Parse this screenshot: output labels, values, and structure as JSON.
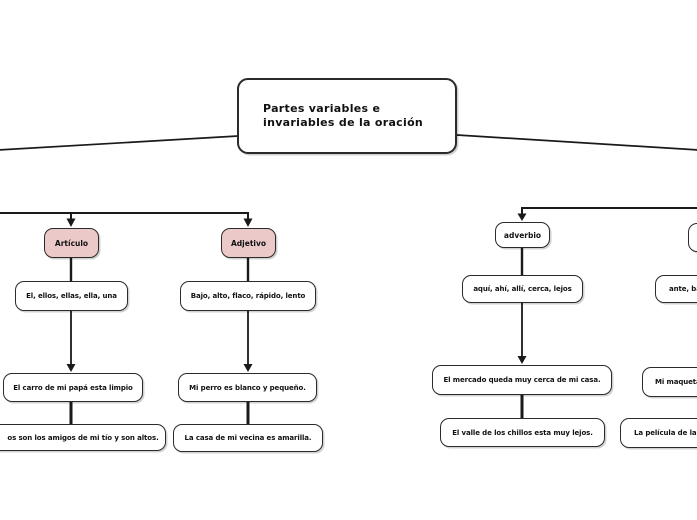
{
  "title": {
    "line1": "Partes variables e",
    "line2": "invariables de la oración"
  },
  "colors": {
    "category_fill": "#ecc9c9",
    "box_fill": "#ffffff",
    "border": "#2b2b2b",
    "line": "#1a1a1a",
    "background": "#ffffff"
  },
  "columns": [
    {
      "category": "Artículo",
      "examples": "El, ellos, ellas, ella, una",
      "sentence_1": "El carro de mi papá esta limpio",
      "sentence_2": "os son los amigos de mi tío y son altos."
    },
    {
      "category": "Adjetivo",
      "examples": "Bajo, alto, flaco, rápido, lento",
      "sentence_1": "Mi perro es blanco y pequeño.",
      "sentence_2": "La casa de mi vecina es amarilla."
    },
    {
      "category": "adverbio",
      "examples": "aquí, ahí, allí, cerca, lejos",
      "sentence_1": "El mercado queda muy cerca de mi casa.",
      "sentence_2": "El valle de los chillos esta muy lejos."
    },
    {
      "category": "",
      "examples": "ante, ba",
      "sentence_1": "Mi maqueta",
      "sentence_2": "La película de la"
    }
  ]
}
